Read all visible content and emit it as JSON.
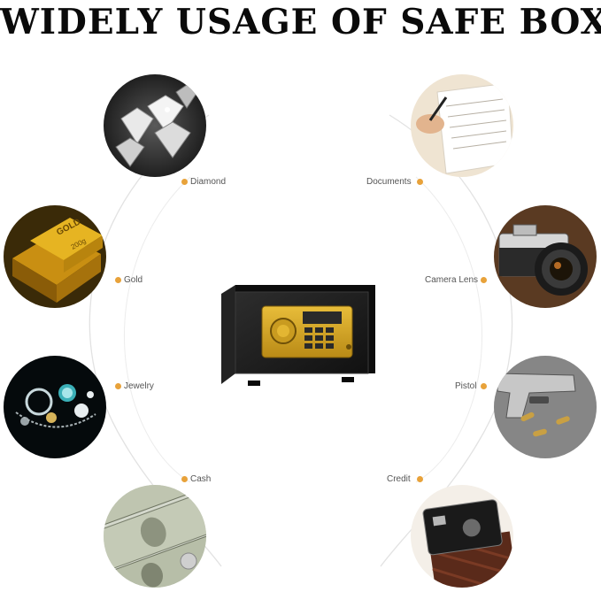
{
  "title": "WIDELY USAGE OF SAFE BOX",
  "colors": {
    "dot": "#e8a23a",
    "arc": "#d9d9d9",
    "safe_body": "#1c1c1c",
    "safe_panel": "#d9a927"
  },
  "items_left": [
    {
      "label": "Diamond",
      "icon": "diamond-photo"
    },
    {
      "label": "Gold",
      "icon": "gold-bar-photo"
    },
    {
      "label": "Jewelry",
      "icon": "jewelry-photo"
    },
    {
      "label": "Cash",
      "icon": "cash-photo"
    }
  ],
  "items_right": [
    {
      "label": "Documents",
      "icon": "documents-photo"
    },
    {
      "label": "Camera Lens",
      "icon": "camera-photo"
    },
    {
      "label": "Pistol",
      "icon": "pistol-photo"
    },
    {
      "label": "Credit",
      "icon": "credit-card-photo"
    }
  ],
  "safe": {
    "icon": "safe-box-image"
  }
}
